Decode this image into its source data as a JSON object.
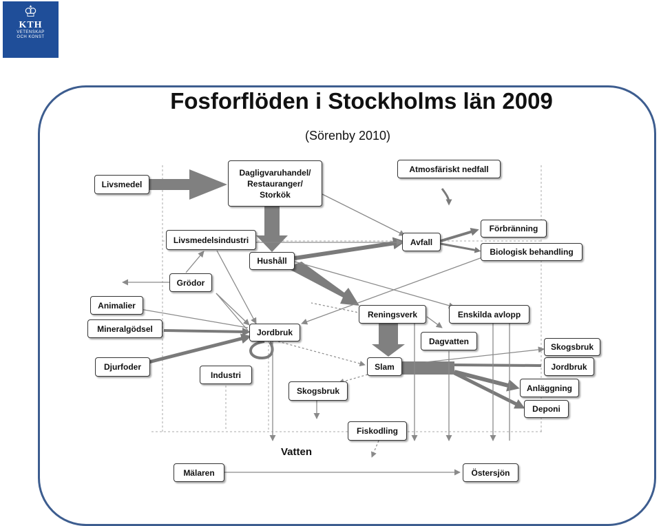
{
  "logo": {
    "crown": "♔",
    "text": "KTH",
    "sub1": "VETENSKAP",
    "sub2": "OCH KONST"
  },
  "title": "Fosforflöden i Stockholms län 2009",
  "subtitle": "(Sörenby 2010)",
  "vatten_label": "Vatten",
  "colors": {
    "frame": "#3d5d8f",
    "arrow": "#7a7a7a",
    "thin_arrow": "#8a8a8a",
    "logo_bg": "#1f4e99"
  },
  "nodes": {
    "livsmedel": "Livsmedel",
    "dagligvaruhandel": "Dagligvaruhandel/\nRestauranger/\nStorkök",
    "atmosfariskt": "Atmosfäriskt nedfall",
    "livsmedelsindustri": "Livsmedelsindustri",
    "hushall": "Hushåll",
    "avfall": "Avfall",
    "forbranning": "Förbränning",
    "biologisk": "Biologisk behandling",
    "grodor": "Grödor",
    "animalier": "Animalier",
    "mineralgodsel": "Mineralgödsel",
    "jordbruk": "Jordbruk",
    "reningsverk": "Reningsverk",
    "enskilda": "Enskilda avlopp",
    "dagvatten": "Dagvatten",
    "skogsbruk_right": "Skogsbruk",
    "djurfoder": "Djurfoder",
    "industri": "Industri",
    "slam": "Slam",
    "jordbruk_right": "Jordbruk",
    "anlaggning": "Anläggning",
    "skogsbruk_mid": "Skogsbruk",
    "deponi": "Deponi",
    "fiskodling": "Fiskodling",
    "malaren": "Mälaren",
    "ostersjon": "Östersjön"
  }
}
